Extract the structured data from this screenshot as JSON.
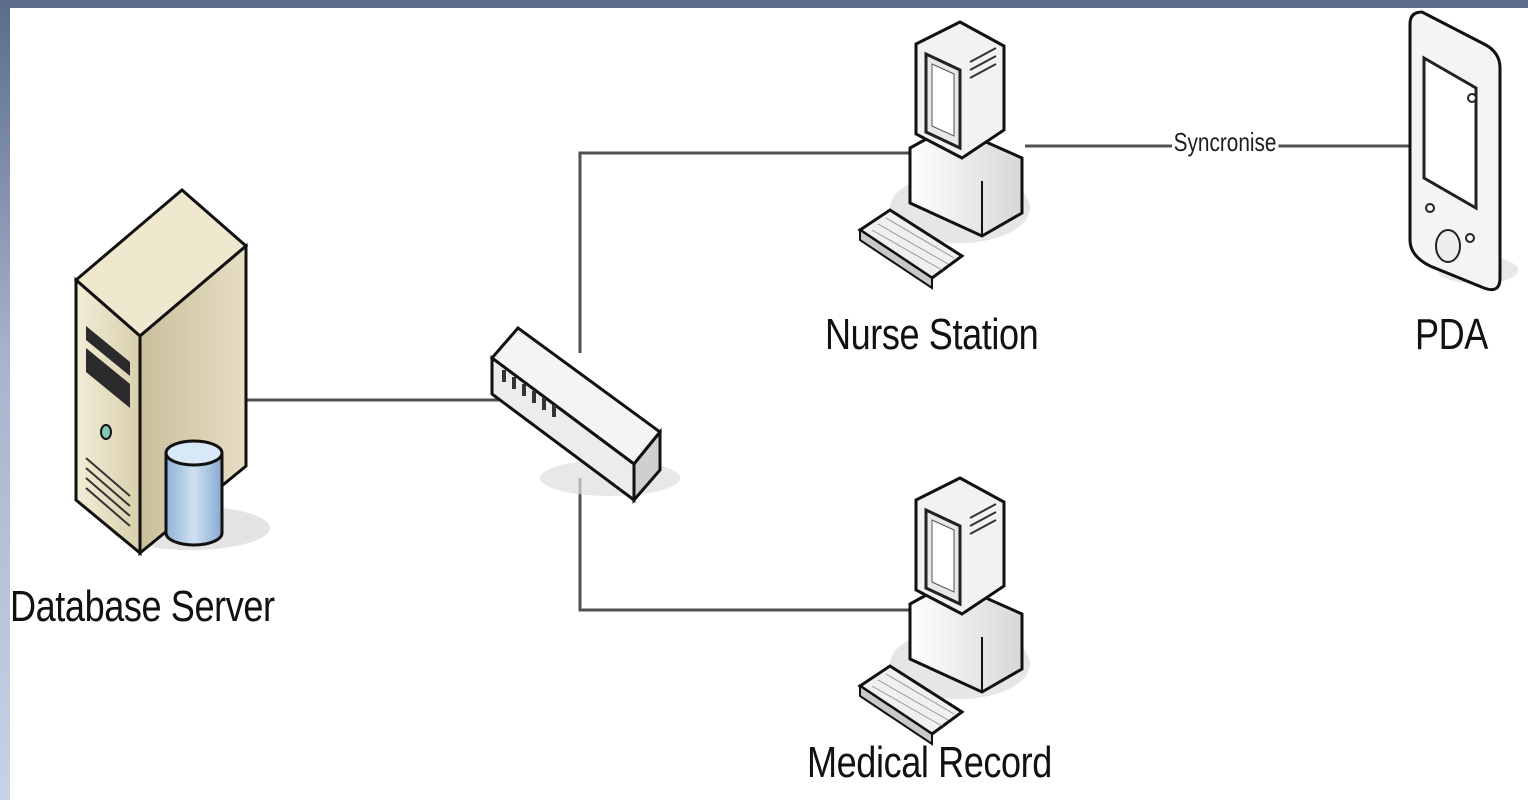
{
  "nodes": {
    "database_server": {
      "label": "Database Server",
      "icon": "server-icon"
    },
    "switch": {
      "icon": "network-switch-icon"
    },
    "nurse_station": {
      "label": "Nurse Station",
      "icon": "desktop-computer-icon"
    },
    "medical_record": {
      "label": "Medical Record",
      "icon": "desktop-computer-icon"
    },
    "pda": {
      "label": "PDA",
      "icon": "pda-icon"
    }
  },
  "edges": [
    {
      "from": "database_server",
      "to": "switch",
      "label": ""
    },
    {
      "from": "switch",
      "to": "nurse_station",
      "label": ""
    },
    {
      "from": "switch",
      "to": "medical_record",
      "label": ""
    },
    {
      "from": "nurse_station",
      "to": "pda",
      "label": "Syncronise"
    }
  ],
  "colors": {
    "server_body": "#e4dcc0",
    "database_cylinder": "#a9c6e3",
    "line": "#505050",
    "frame_background": "#7d8bab"
  }
}
